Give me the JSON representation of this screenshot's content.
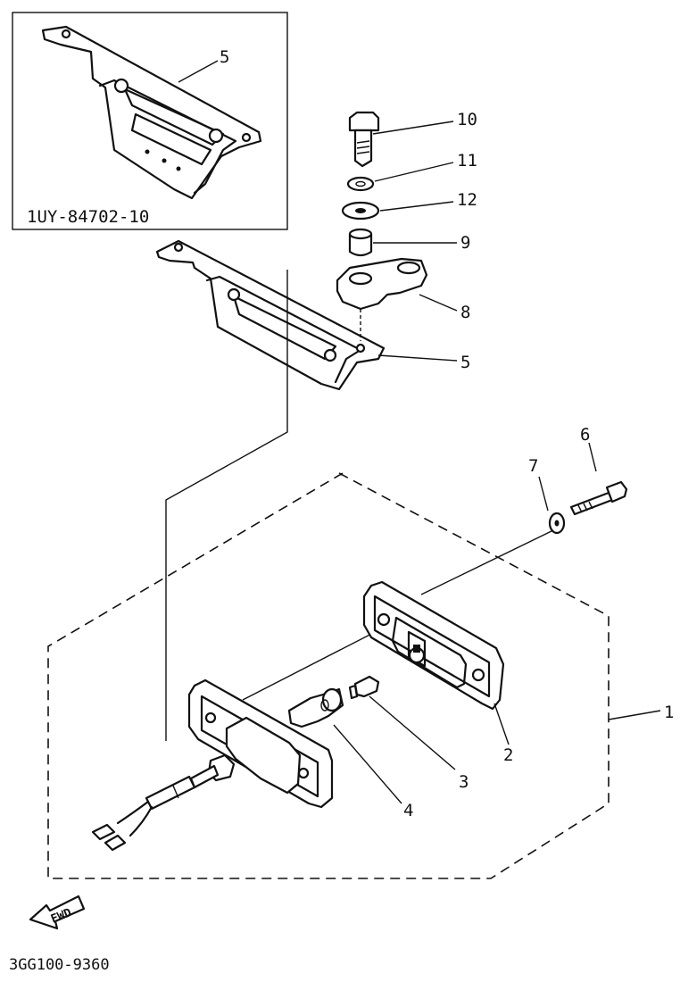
{
  "inset": {
    "part_number": "1UY-84702-10",
    "callout": "5"
  },
  "callouts": {
    "c10": "10",
    "c11": "11",
    "c12": "12",
    "c9": "9",
    "c8": "8",
    "c5": "5",
    "c6": "6",
    "c7": "7",
    "c1": "1",
    "c2": "2",
    "c3": "3",
    "c4": "4"
  },
  "fwd_label": "FWD",
  "diagram_code": "3GG100-9360"
}
